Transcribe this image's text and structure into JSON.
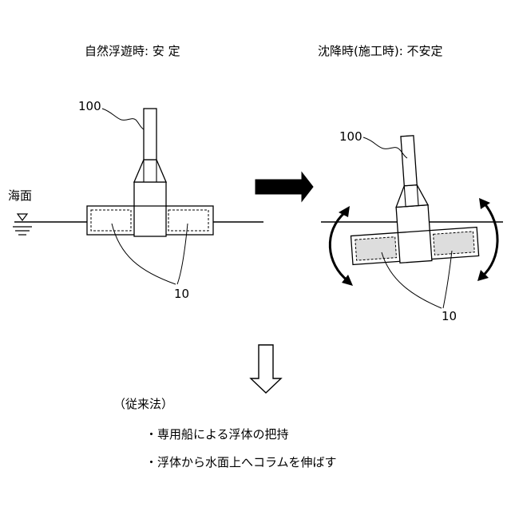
{
  "left_panel": {
    "title": "自然浮遊時: 安 定",
    "sea_label": "海面",
    "column_label": "100",
    "float_label": "10"
  },
  "right_panel": {
    "title": "沈降時(施工時): 不安定",
    "column_label": "100",
    "float_label": "10"
  },
  "conventional": {
    "heading": "（従来法）",
    "items": [
      "・専用船による浮体の把持",
      "・浮体から水面上へコラムを伸ばす"
    ]
  },
  "colors": {
    "stroke": "#000000",
    "float_fill_stable": "#ffffff",
    "float_fill_unstable": "#dddddd"
  }
}
